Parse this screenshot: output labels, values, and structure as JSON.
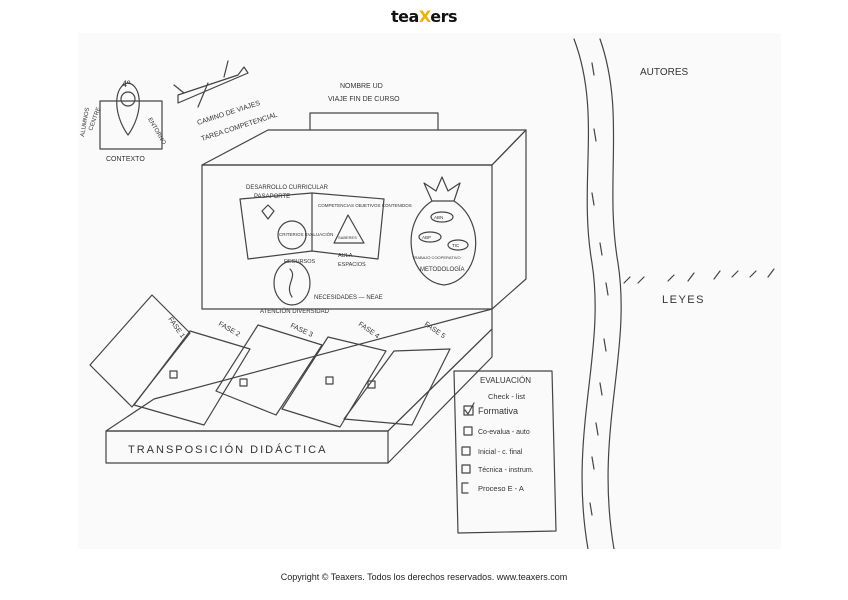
{
  "brand": {
    "logo_left": "tea",
    "logo_x": "X",
    "logo_right": "ers",
    "accent": "#f0b400"
  },
  "sketch": {
    "context": {
      "grade": "4º",
      "label": "CONTEXTO",
      "item_centre": "CENTRE",
      "item_alumnos": "ALUMNOS",
      "item_entorno": "ENTORNO"
    },
    "plane": {
      "line1": "CAMINO DE VIAJES",
      "line2": "TAREA COMPETENCIAL"
    },
    "handle": {
      "line1": "NOMBRE UD",
      "line2": "VIAJE FIN DE CURSO"
    },
    "development": {
      "header": "DESARROLLO CURRICULAR",
      "passport": "PASAPORTE",
      "page_right": "COMPETENCIAS OBJETIVOS CONTENIDOS",
      "circle": "CRITERIOS EVALUACIÓN",
      "pyramid": "SABERES"
    },
    "resources": {
      "label": "RECURSOS",
      "item1": "AULA",
      "item2": "ESPACIOS"
    },
    "diversity": {
      "needs": "NECESIDADES — NEAE",
      "attention": "ATENCIÓN DIVERSIDAD"
    },
    "methodology": {
      "label": "METODOLOGÍA",
      "tag1": "ABN",
      "tag2": "ABP",
      "tag3": "TIC",
      "tag4": "TRABAJO COOPERATIVO"
    },
    "phases": [
      "FASE 1",
      "FASE 2",
      "FASE 3",
      "FASE 4",
      "FASE 5"
    ],
    "transposition": "TRANSPOSICIÓN DIDÁCTICA",
    "evaluation": {
      "title": "EVALUACIÓN",
      "subtitle": "Check - list",
      "items": [
        "Formativa",
        "Co-evalua - auto",
        "Inicial - c. final",
        "Técnica - instrum.",
        "Proceso E - A"
      ]
    },
    "road_labels": {
      "authors": "AUTORES",
      "laws": "LEYES"
    }
  },
  "footer": {
    "copyright": "Copyright © Teaxers. Todos los derechos reservados. www.teaxers.com"
  }
}
